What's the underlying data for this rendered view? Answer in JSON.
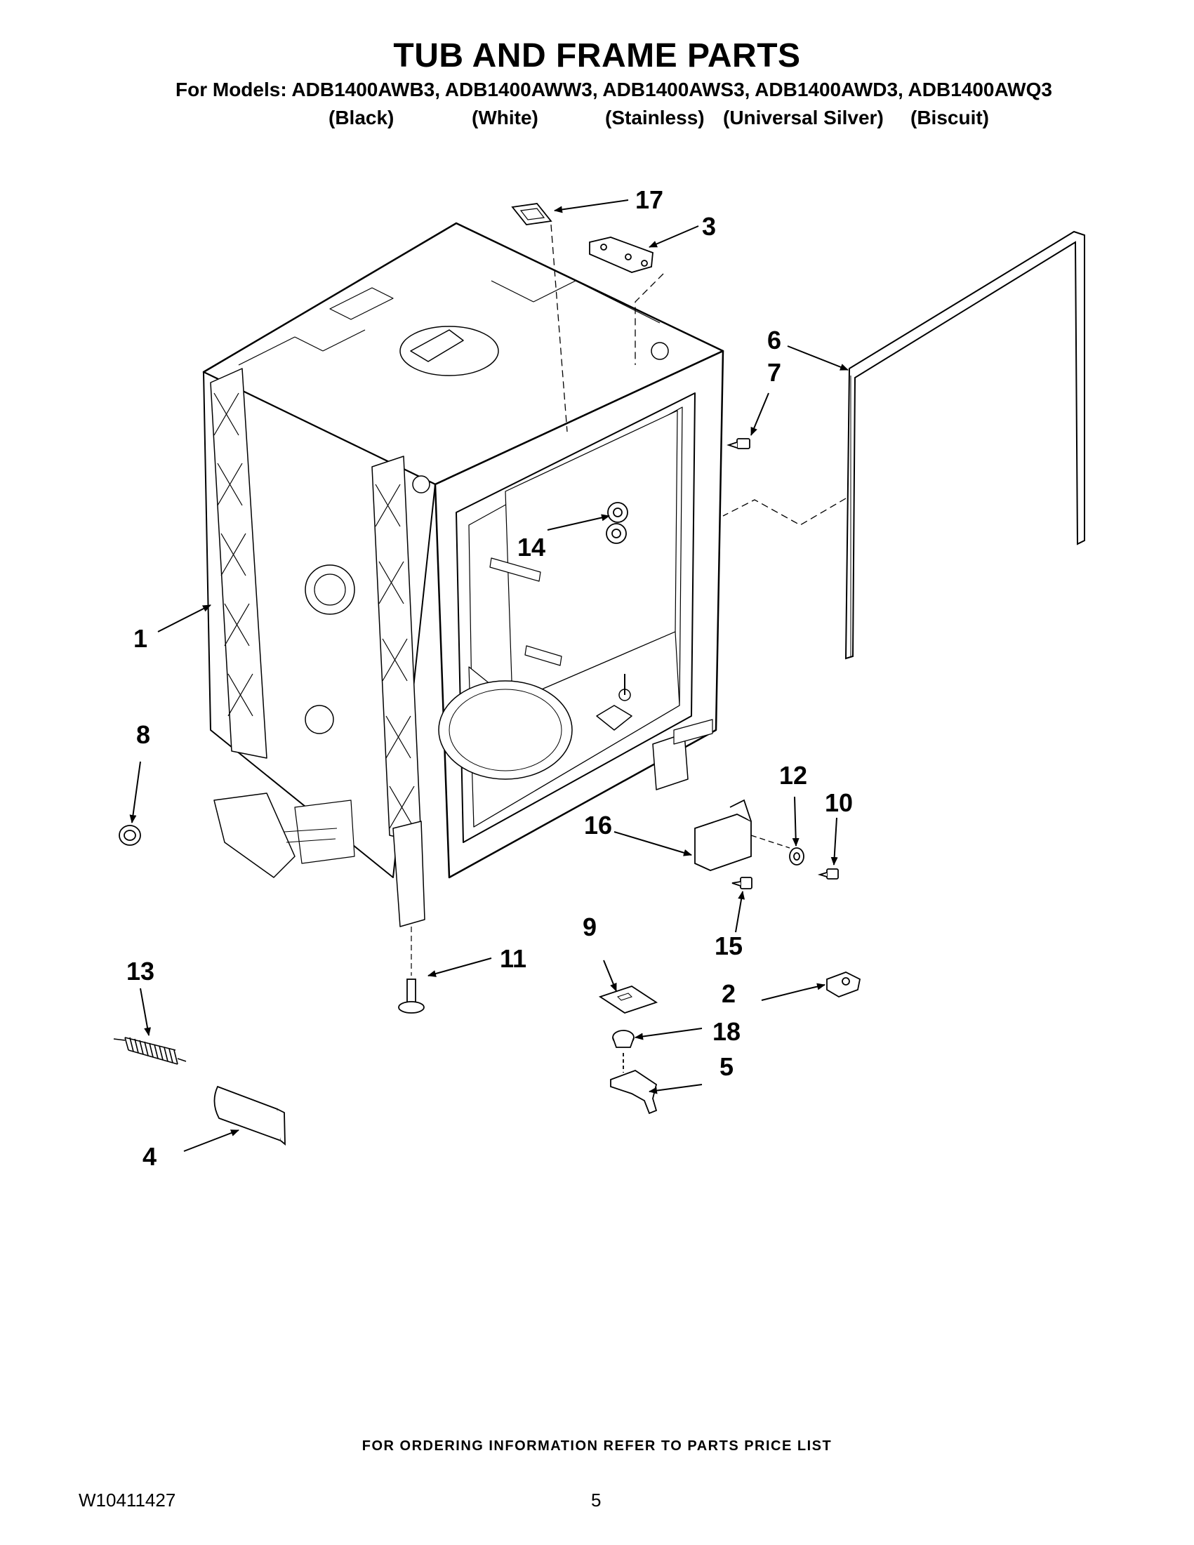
{
  "header": {
    "title": "TUB AND FRAME PARTS",
    "models_line": "For Models: ADB1400AWB3, ADB1400AWW3, ADB1400AWS3, ADB1400AWD3, ADB1400AWQ3",
    "variants": [
      "(Black)",
      "(White)",
      "(Stainless)",
      "(Universal Silver)",
      "(Biscuit)"
    ]
  },
  "callouts": [
    "1",
    "2",
    "3",
    "4",
    "5",
    "6",
    "7",
    "8",
    "9",
    "10",
    "11",
    "12",
    "13",
    "14",
    "15",
    "16",
    "17",
    "18"
  ],
  "footer": {
    "note": "FOR ORDERING INFORMATION REFER TO PARTS PRICE LIST",
    "doc_number": "W10411427",
    "page_number": "5"
  }
}
